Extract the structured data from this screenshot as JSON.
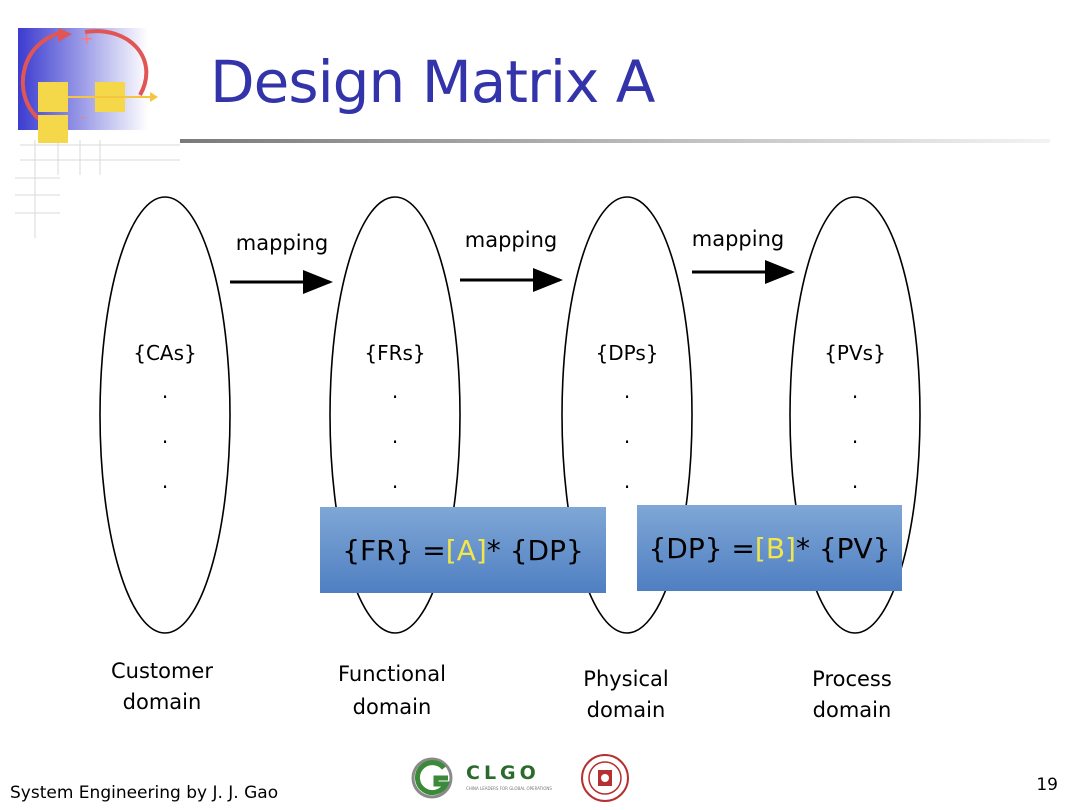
{
  "slide": {
    "title": "Design Matrix A",
    "footer": "System Engineering by J. J. Gao",
    "page_number": "19"
  },
  "diagram": {
    "domains": [
      {
        "set": "{CAs}",
        "name_line1": "Customer",
        "name_line2": "domain"
      },
      {
        "set": "{FRs}",
        "name_line1": "Functional",
        "name_line2": "domain"
      },
      {
        "set": "{DPs}",
        "name_line1": "Physical",
        "name_line2": "domain"
      },
      {
        "set": "{PVs}",
        "name_line1": "Process",
        "name_line2": "domain"
      }
    ],
    "mappings": [
      "mapping",
      "mapping",
      "mapping"
    ],
    "dot": "."
  },
  "equations": [
    {
      "left": "{FR} = ",
      "matrix": "[A]",
      "right": " * {DP}"
    },
    {
      "left": "{DP} = ",
      "matrix": "[B]",
      "right": " * {PV}"
    }
  ],
  "logos": {
    "clgo": "CLGO",
    "clgo_tagline": "CHINA LEADERS FOR GLOBAL OPERATIONS"
  },
  "colors": {
    "title": "#3333aa",
    "equation_box": "#5f8fcf",
    "matrix_highlight": "#f2e64a"
  }
}
